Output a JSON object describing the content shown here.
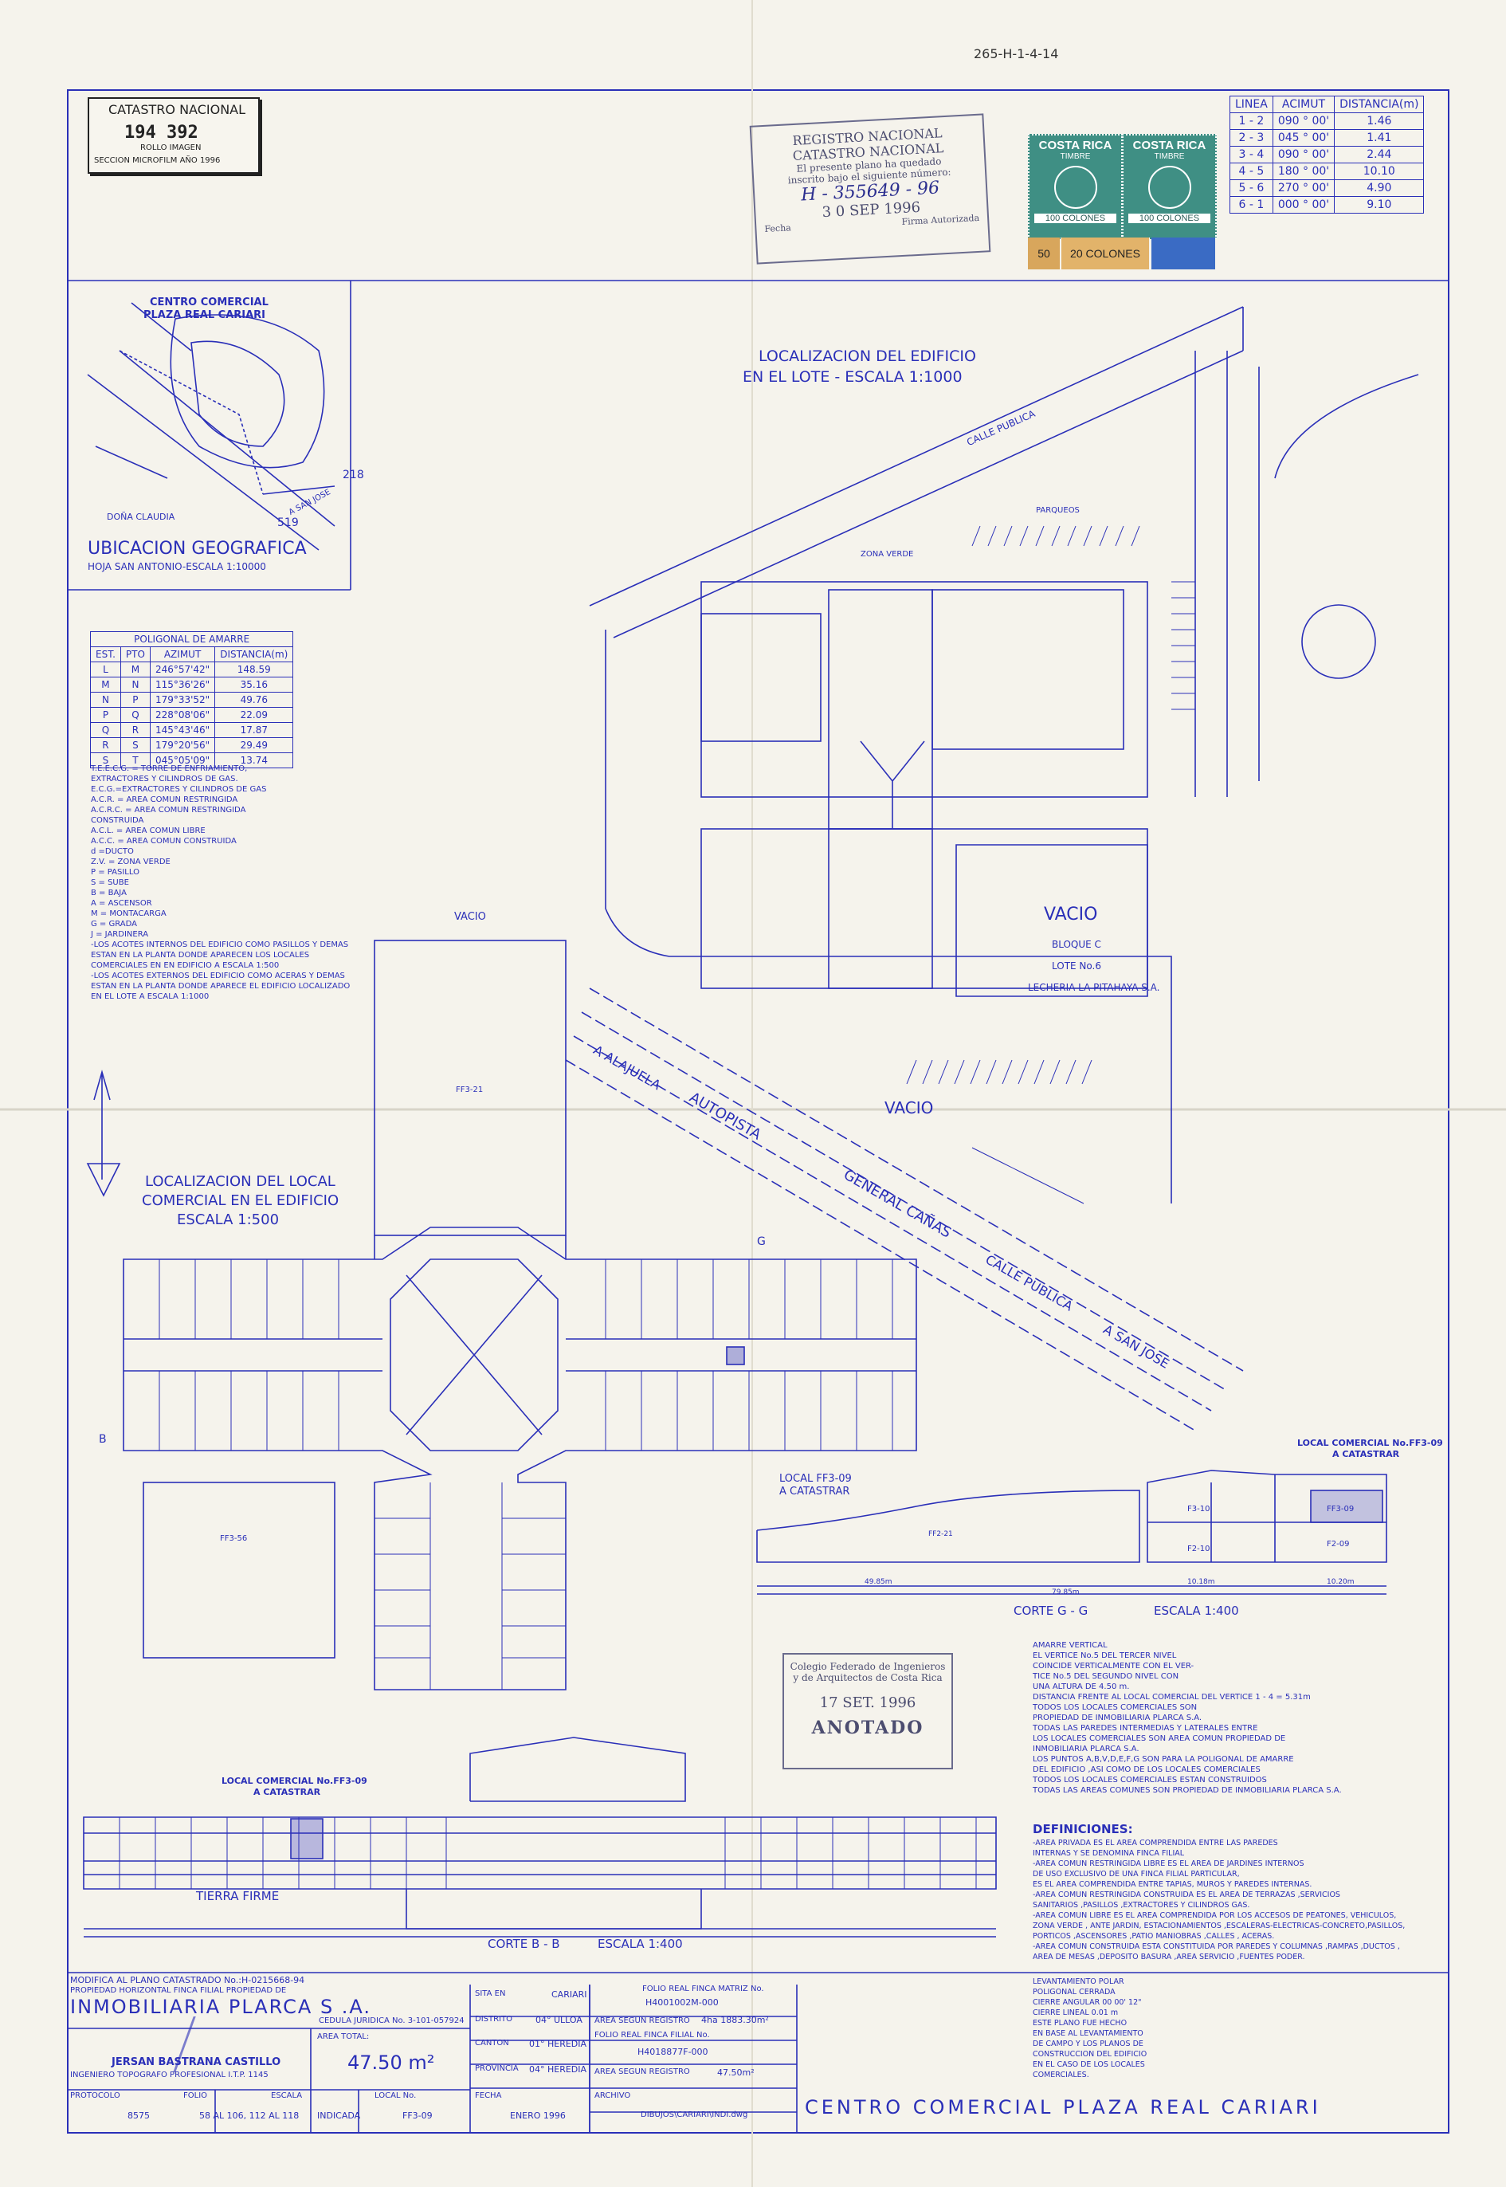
{
  "top_ref": "265-H-1-4-14",
  "catastro": {
    "title": "CATASTRO NACIONAL",
    "number": "194 392",
    "line1": "ROLLO IMAGEN",
    "line2": "SECCION MICROFILM AÑO 1996"
  },
  "registro_stamp": {
    "l1": "REGISTRO NACIONAL",
    "l2": "CATASTRO NACIONAL",
    "l3": "El presente plano ha quedado",
    "l4": "inscrito bajo el siguiente número:",
    "number": "H - 355649 - 96",
    "date": "3 0 SEP 1996",
    "fecha": "Fecha",
    "firma": "Firma Autorizada"
  },
  "timbres": [
    "COSTA RICA",
    "TIMBRE",
    "100 COLONES",
    "COSTA RICA",
    "TIMBRE",
    "100 COLONES",
    "50",
    "20 COLONES"
  ],
  "lines_table": {
    "headers": [
      "LINEA",
      "ACIMUT",
      "DISTANCIA(m)"
    ],
    "rows": [
      [
        "1 - 2",
        "090 ° 00'",
        "1.46"
      ],
      [
        "2 - 3",
        "045 ° 00'",
        "1.41"
      ],
      [
        "3 - 4",
        "090 ° 00'",
        "2.44"
      ],
      [
        "4 - 5",
        "180 ° 00'",
        "10.10"
      ],
      [
        "5 - 6",
        "270 ° 00'",
        "4.90"
      ],
      [
        "6 - 1",
        "000 ° 00'",
        "9.10"
      ]
    ]
  },
  "location": {
    "mall": "CENTRO COMERCIAL",
    "mall2": "PLAZA REAL CARIARI",
    "title": "UBICACION GEOGRAFICA",
    "subtitle": "HOJA SAN ANTONIO-ESCALA 1:10000",
    "n218": "218",
    "n519": "519",
    "dona": "DOÑA CLAUDIA",
    "sanjose": "A SAN JOSE"
  },
  "poligonal": {
    "title": "POLIGONAL DE AMARRE",
    "headers": [
      "EST.",
      "PTO",
      "AZIMUT",
      "DISTANCIA(m)"
    ],
    "rows": [
      [
        "L",
        "M",
        "246°57'42\"",
        "148.59"
      ],
      [
        "M",
        "N",
        "115°36'26\"",
        "35.16"
      ],
      [
        "N",
        "P",
        "179°33'52\"",
        "49.76"
      ],
      [
        "P",
        "Q",
        "228°08'06\"",
        "22.09"
      ],
      [
        "Q",
        "R",
        "145°43'46\"",
        "17.87"
      ],
      [
        "R",
        "S",
        "179°20'56\"",
        "29.49"
      ],
      [
        "S",
        "T",
        "045°05'09\"",
        "13.74"
      ]
    ]
  },
  "legend": [
    "T.E.E.C.G. = TORRE DE ENFRIAMIENTO,",
    "EXTRACTORES Y CILINDROS DE GAS.",
    "E.C.G.=EXTRACTORES Y CILINDROS DE GAS",
    "A.C.R. = AREA COMUN RESTRINGIDA",
    "A.C.R.C. = AREA COMUN RESTRINGIDA",
    "CONSTRUIDA",
    "A.C.L. = AREA COMUN LIBRE",
    "A.C.C. = AREA COMUN CONSTRUIDA",
    "d =DUCTO",
    "Z.V. = ZONA VERDE",
    "P = PASILLO",
    "S = SUBE",
    "B = BAJA",
    "A = ASCENSOR",
    "M = MONTACARGA",
    "G = GRADA",
    "J = JARDINERA",
    "-LOS ACOTES INTERNOS DEL EDIFICIO COMO PASILLOS Y DEMAS",
    "ESTAN EN LA PLANTA DONDE APARECEN LOS LOCALES",
    "COMERCIALES EN EN EDIFICIO A ESCALA 1:500",
    "-LOS ACOTES EXTERNOS DEL EDIFICIO COMO ACERAS Y DEMAS",
    "ESTAN EN LA PLANTA DONDE APARECE EL EDIFICIO LOCALIZADO",
    "EN EL LOTE A ESCALA 1:1000"
  ],
  "lot_plan": {
    "title1": "LOCALIZACION DEL EDIFICIO",
    "title2": "EN EL LOTE - ESCALA 1:1000",
    "labels": {
      "calle": "CALLE PUBLICA",
      "vacio": "VACIO",
      "bloque": "BLOQUE C",
      "lote6": "LOTE No.6",
      "lecheria": "LECHERIA LA PITAHAYA S.A.",
      "parqueos": "PARQUEOS",
      "zonaverde": "ZONA VERDE",
      "autopista": "AUTOPISTA",
      "general": "GENERAL CAÑAS",
      "alajuela": "A ALAJUELA",
      "calle2": "CALLE PUBLICA",
      "sanjose": "A SAN JOSE",
      "vacio2": "VACIO"
    }
  },
  "local_plan": {
    "title1": "LOCALIZACION DEL LOCAL",
    "title2": "COMERCIAL EN EL EDIFICIO",
    "title3": "ESCALA 1:500",
    "vacio": "VACIO",
    "local": "LOCAL FF3-09",
    "catastrar": "A CATASTRAR",
    "unit_top": "FF3-21",
    "unit_big": "FF3-56",
    "g": "G",
    "b": "B"
  },
  "section_g": {
    "title": "CORTE G - G",
    "scale": "ESCALA 1:400",
    "header1": "LOCAL COMERCIAL No.FF3-09",
    "header2": "A CATASTRAR",
    "dim1": "49.85m",
    "dim2": "79.85m",
    "dim3": "10.18m",
    "dim4": "10.20m",
    "u1": "FF2-21",
    "u2": "F3-10",
    "u3": "F2-10",
    "u4": "FF3-09",
    "u5": "F2-09"
  },
  "section_b": {
    "title": "CORTE B - B",
    "scale": "ESCALA 1:400",
    "header1": "LOCAL COMERCIAL No.FF3-09",
    "header2": "A CATASTRAR",
    "ground": "TIERRA FIRME"
  },
  "colegio_stamp": {
    "l1": "Colegio Federado de Ingenieros",
    "l2": "y de Arquitectos de Costa Rica",
    "date": "17 SET. 1996",
    "status": "ANOTADO"
  },
  "notes": [
    "AMARRE VERTICAL",
    "EL VERTICE No.5 DEL TERCER NIVEL",
    "COINCIDE VERTICALMENTE CON EL VER-",
    "TICE No.5 DEL SEGUNDO NIVEL CON",
    "UNA ALTURA DE 4.50 m.",
    "DISTANCIA FRENTE AL LOCAL COMERCIAL DEL VERTICE 1 - 4 = 5.31m",
    "TODOS LOS LOCALES COMERCIALES SON",
    "PROPIEDAD DE INMOBILIARIA PLARCA S.A.",
    "TODAS LAS PAREDES INTERMEDIAS Y LATERALES ENTRE",
    "LOS LOCALES COMERCIALES SON AREA COMUN PROPIEDAD DE",
    "INMOBILIARIA PLARCA S.A.",
    "LOS PUNTOS A,B,V,D,E,F,G SON PARA LA POLIGONAL DE AMARRE",
    "DEL EDIFICIO ,ASI COMO DE LOS LOCALES COMERCIALES",
    "TODOS LOS LOCALES COMERCIALES ESTAN CONSTRUIDOS",
    "TODAS LAS AREAS COMUNES SON PROPIEDAD DE INMOBILIARIA PLARCA S.A."
  ],
  "definiciones_title": "DEFINICIONES:",
  "definiciones": [
    "-AREA PRIVADA ES EL AREA COMPRENDIDA ENTRE LAS PAREDES",
    "INTERNAS Y SE DENOMINA FINCA FILIAL",
    "-AREA COMUN RESTRINGIDA LIBRE ES EL AREA DE JARDINES INTERNOS",
    "DE USO EXCLUSIVO DE UNA FINCA FILIAL PARTICULAR,",
    "ES EL AREA COMPRENDIDA ENTRE TAPIAS, MUROS Y PAREDES INTERNAS.",
    "-AREA COMUN RESTRINGIDA CONSTRUIDA ES EL AREA DE TERRAZAS ,SERVICIOS",
    "SANITARIOS ,PASILLOS ,EXTRACTORES Y CILINDROS GAS.",
    "-AREA COMUN LIBRE ES EL AREA COMPRENDIDA POR LOS ACCESOS DE PEATONES, VEHICULOS,",
    "ZONA VERDE , ANTE JARDIN, ESTACIONAMIENTOS ,ESCALERAS-ELECTRICAS-CONCRETO,PASILLOS,",
    "PORTICOS ,ASCENSORES ,PATIO MANIOBRAS ,CALLES , ACERAS.",
    "-AREA COMUN CONSTRUIDA ESTA CONSTITUIDA POR PAREDES Y COLUMNAS ,RAMPAS ,DUCTOS ,",
    "AREA DE MESAS ,DEPOSITO BASURA ,AREA SERVICIO ,FUENTES PODER."
  ],
  "levantamiento": [
    "LEVANTAMIENTO POLAR",
    "POLIGONAL CERRADA",
    "CIERRE ANGULAR  00 00' 12\"",
    "CIERRE LINEAL  0.01 m",
    "ESTE PLANO FUE HECHO",
    "EN BASE AL LEVANTAMIENTO",
    "DE CAMPO Y LOS PLANOS DE",
    "CONSTRUCCION DEL EDIFICIO",
    "EN EL CASO DE LOS LOCALES",
    "COMERCIALES."
  ],
  "titleblock": {
    "modifica": "MODIFICA AL PLANO CATASTRADO No.:H-0215668-94",
    "propiedad": "PROPIEDAD HORIZONTAL FINCA FILIAL PROPIEDAD DE",
    "owner": "INMOBILIARIA PLARCA S .A.",
    "cedula": "CEDULA JURIDICA No. 3-101-057924",
    "engineer": "JERSAN BASTRANA CASTILLO",
    "engineer_title": "INGENIERO TOPOGRAFO PROFESIONAL I.T.P. 1145",
    "area_label": "AREA TOTAL:",
    "area_value": "47.50 m²",
    "protocolo_label": "PROTOCOLO",
    "protocolo": "8575",
    "folio_label": "FOLIO",
    "folio": "58 AL 106, 112 AL 118",
    "escala_label": "ESCALA",
    "escala": "INDICADA",
    "local_label": "LOCAL No.",
    "local": "FF3-09",
    "sita_label": "SITA EN",
    "sita": "CARIARI",
    "distrito_label": "DISTRITO",
    "distrito": "04° ULLOA",
    "canton_label": "CANTON",
    "canton": "01° HEREDIA",
    "provincia_label": "PROVINCIA",
    "provincia": "04° HEREDIA",
    "fecha_label": "FECHA",
    "fecha": "ENERO 1996",
    "folio_matriz_label": "FOLIO REAL FINCA MATRIZ No.",
    "folio_matriz": "H4001002M-000",
    "area_reg1_label": "AREA SEGUN REGISTRO",
    "area_reg1": "4ha 1883.30m²",
    "folio_filial_label": "FOLIO REAL FINCA FILIAL No.",
    "folio_filial": "H4018877F-000",
    "area_reg2_label": "AREA SEGUN REGISTRO",
    "area_reg2": "47.50m²",
    "archivo_label": "ARCHIVO",
    "archivo": "DIBUJOS\\CARIARI\\INDI.dwg",
    "project": "CENTRO COMERCIAL PLAZA REAL CARIARI"
  }
}
